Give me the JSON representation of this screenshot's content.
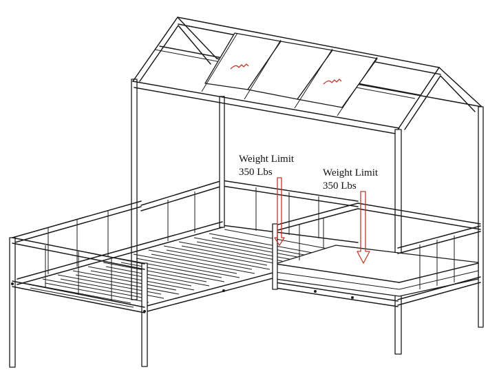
{
  "labels": {
    "weight_limit_1": {
      "line1": "Weight Limit",
      "line2": "350 Lbs"
    },
    "weight_limit_2": {
      "line1": "Weight Limit",
      "line2": "350 Lbs"
    }
  },
  "colors": {
    "line": "#1a1a1a",
    "arrow": "#c0392b",
    "background": "#ffffff"
  }
}
